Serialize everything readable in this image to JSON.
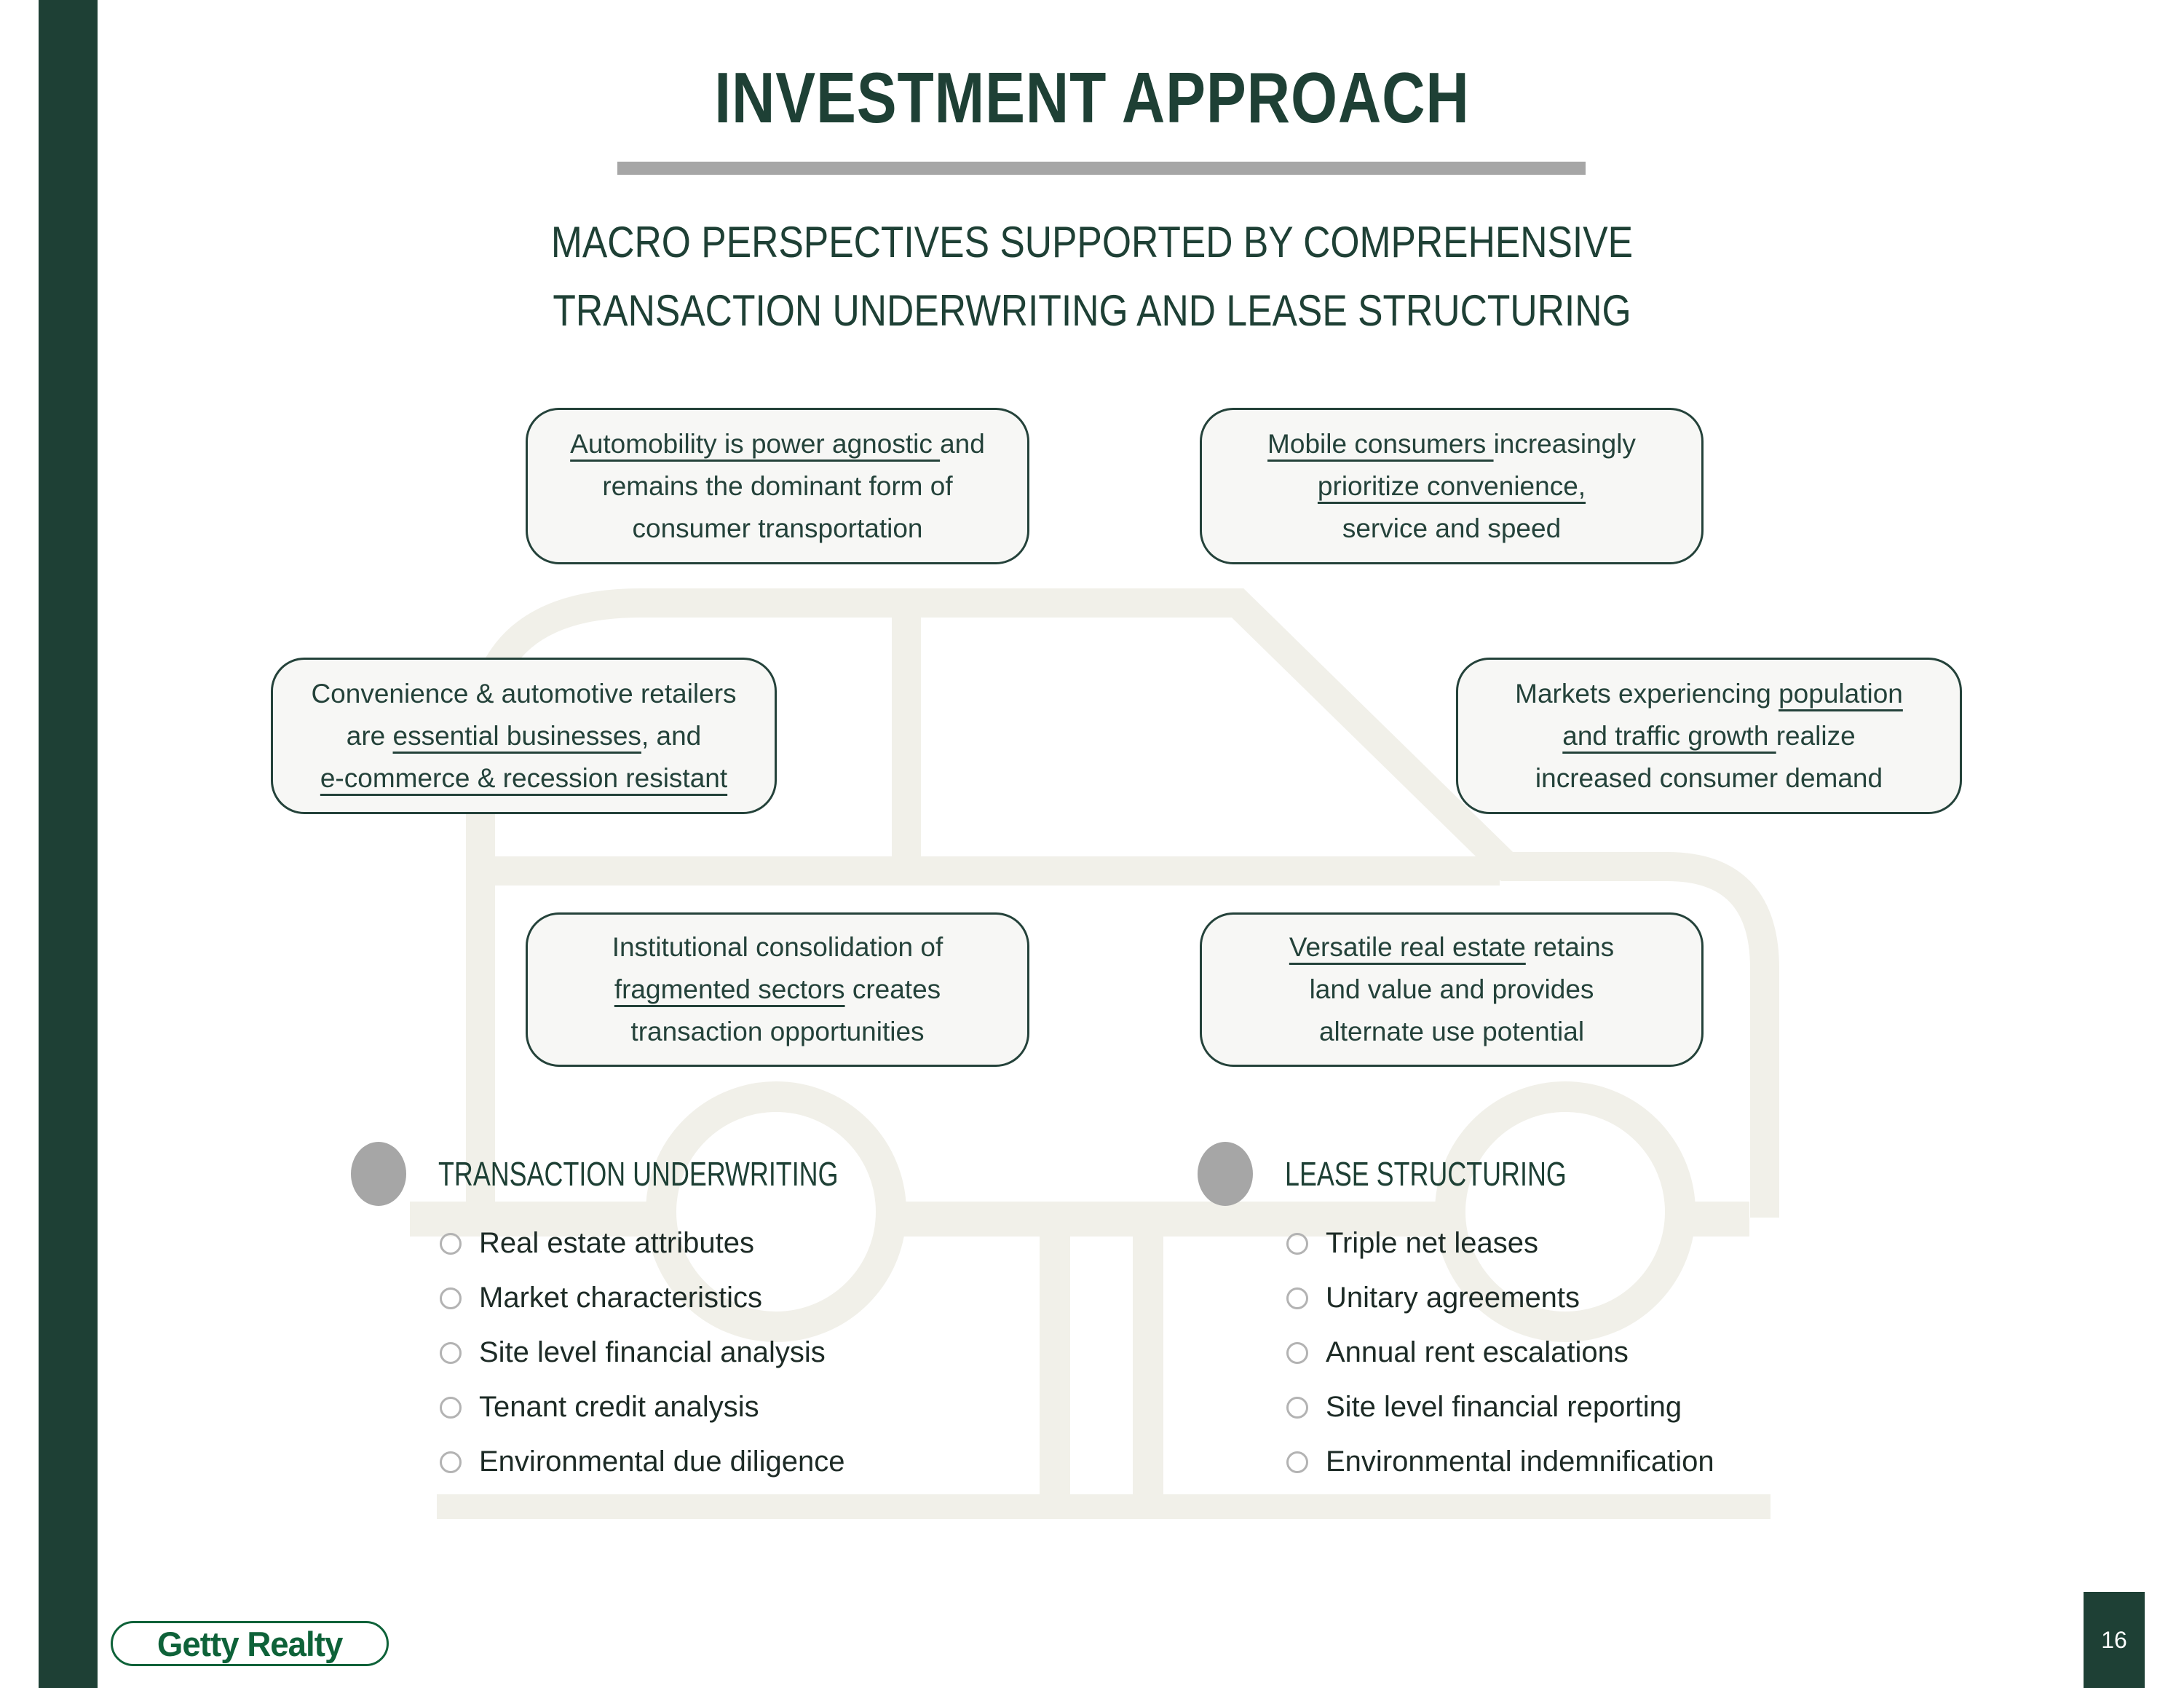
{
  "slide": {
    "title": "INVESTMENT APPROACH",
    "subtitle_line1": "MACRO PERSPECTIVES SUPPORTED BY COMPREHENSIVE",
    "subtitle_line2": "TRANSACTION UNDERWRITING AND LEASE STRUCTURING",
    "logo_text": "Getty Realty",
    "page_number": "16",
    "watermark_icon": "car-on-lift-icon"
  },
  "colors": {
    "dark_green": "#1e4035",
    "logo_green": "#0e6239",
    "gray": "#a6a6a6",
    "watermark_beige": "#f1f0e9",
    "box_background": "#f7f7f5",
    "list_text": "#1d2b26"
  },
  "boxes": [
    {
      "lines": [
        [
          {
            "t": "Automobility is power agnostic ",
            "u": true
          },
          {
            "t": "and",
            "u": false
          }
        ],
        [
          {
            "t": "remains the dominant form of",
            "u": false
          }
        ],
        [
          {
            "t": "consumer transportation",
            "u": false
          }
        ]
      ]
    },
    {
      "lines": [
        [
          {
            "t": "Mobile consumers ",
            "u": true
          },
          {
            "t": "increasingly",
            "u": false
          }
        ],
        [
          {
            "t": "prioritize convenience,",
            "u": true
          }
        ],
        [
          {
            "t": "service and speed",
            "u": false
          }
        ]
      ]
    },
    {
      "lines": [
        [
          {
            "t": "Convenience & automotive retailers",
            "u": false
          }
        ],
        [
          {
            "t": "are ",
            "u": false
          },
          {
            "t": "essential businesses",
            "u": true
          },
          {
            "t": ", and",
            "u": false
          }
        ],
        [
          {
            "t": "e-commerce & recession resistant",
            "u": true
          }
        ]
      ]
    },
    {
      "lines": [
        [
          {
            "t": "Markets experiencing ",
            "u": false
          },
          {
            "t": "population",
            "u": true
          }
        ],
        [
          {
            "t": "and traffic growth ",
            "u": true
          },
          {
            "t": "realize",
            "u": false
          }
        ],
        [
          {
            "t": "increased consumer demand",
            "u": false
          }
        ]
      ]
    },
    {
      "lines": [
        [
          {
            "t": "Institutional consolidation of",
            "u": false
          }
        ],
        [
          {
            "t": "fragmented sectors",
            "u": true
          },
          {
            "t": " creates",
            "u": false
          }
        ],
        [
          {
            "t": "transaction opportunities",
            "u": false
          }
        ]
      ]
    },
    {
      "lines": [
        [
          {
            "t": "Versatile real estate",
            "u": true
          },
          {
            "t": " retains",
            "u": false
          }
        ],
        [
          {
            "t": "land value and provides",
            "u": false
          }
        ],
        [
          {
            "t": "alternate use potential",
            "u": false
          }
        ]
      ]
    }
  ],
  "lists": [
    {
      "title": "TRANSACTION UNDERWRITING",
      "items": [
        "Real estate attributes",
        "Market characteristics",
        "Site level financial analysis",
        "Tenant credit analysis",
        "Environmental due diligence"
      ]
    },
    {
      "title": "LEASE STRUCTURING",
      "items": [
        "Triple net leases",
        "Unitary agreements",
        "Annual rent escalations",
        "Site level financial reporting",
        "Environmental indemnification"
      ]
    }
  ]
}
